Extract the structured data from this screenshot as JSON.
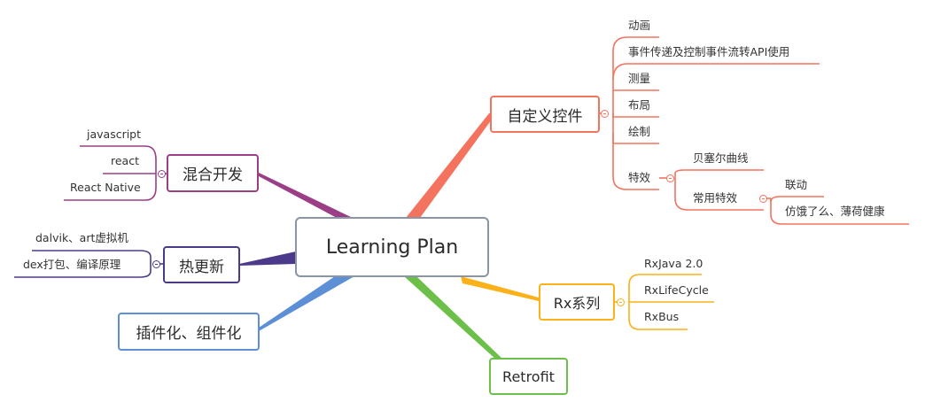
{
  "colors": {
    "root_border": "#8a94a6",
    "red": "#f3735f",
    "orange": "#fbb117",
    "green": "#6cc04a",
    "blue": "#5d8fd6",
    "purple_dark": "#4b3a8a",
    "purple": "#9b3e86"
  },
  "root": {
    "label": "Learning Plan"
  },
  "custom_view": {
    "label": "自定义控件",
    "children": [
      "动画",
      "事件传递及控制事件流转API使用",
      "测量",
      "布局",
      "绘制"
    ],
    "effects": {
      "label": "特效",
      "bezier": "贝塞尔曲线",
      "common": {
        "label": "常用特效",
        "children": [
          "联动",
          "仿饿了么、薄荷健康"
        ]
      }
    }
  },
  "rx": {
    "label": "Rx系列",
    "children": [
      "RxJava 2.0",
      "RxLifeCycle",
      "RxBus"
    ]
  },
  "retrofit": {
    "label": "Retrofit"
  },
  "plugin": {
    "label": "插件化、组件化"
  },
  "hotfix": {
    "label": "热更新",
    "children": [
      "dalvik、art虚拟机",
      "dex打包、编译原理"
    ]
  },
  "hybrid": {
    "label": "混合开发",
    "children": [
      "javascript",
      "react",
      "React Native"
    ]
  }
}
